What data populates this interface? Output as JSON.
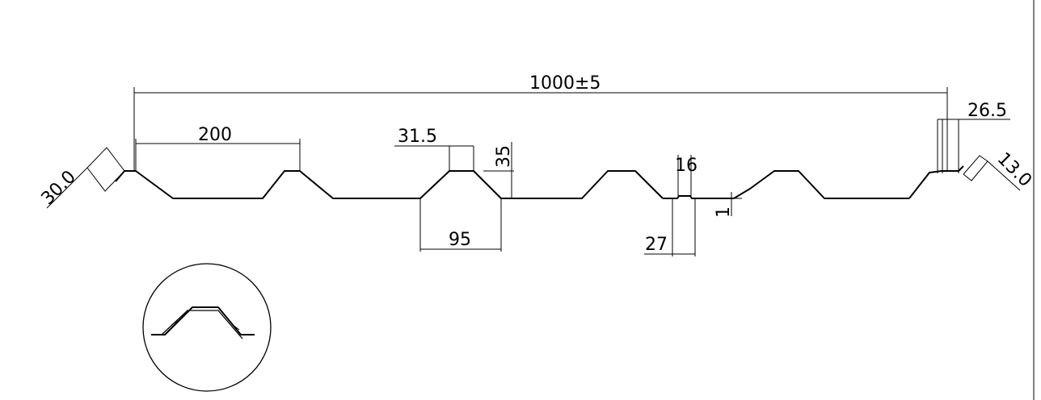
{
  "dimensions": {
    "overall_width": "1000±5",
    "pitch": "200",
    "rib_top_width": "31.5",
    "rib_height": "35",
    "rib_base_width": "95",
    "stiffener_width": "16",
    "stiffener_spacing": "27",
    "stiffener_depth": "1",
    "left_edge_angle": "30.0",
    "right_edge_width": "26.5",
    "right_edge_angle": "13.0"
  }
}
